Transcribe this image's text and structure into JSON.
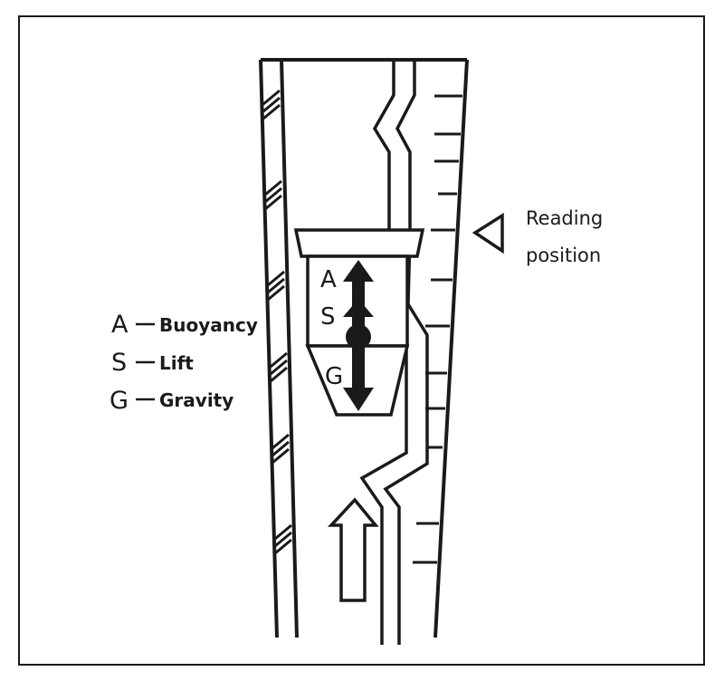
{
  "float_labels": {
    "buoyancy": "A",
    "lift": "S",
    "gravity": "G"
  },
  "legend": [
    {
      "letter": "A",
      "label": "Buoyancy"
    },
    {
      "letter": "S",
      "label": "Lift"
    },
    {
      "letter": "G",
      "label": "Gravity"
    }
  ],
  "reading": {
    "line1": "Reading",
    "line2": "position"
  },
  "colors": {
    "stroke": "#1a1a1a",
    "background": "#ffffff"
  }
}
